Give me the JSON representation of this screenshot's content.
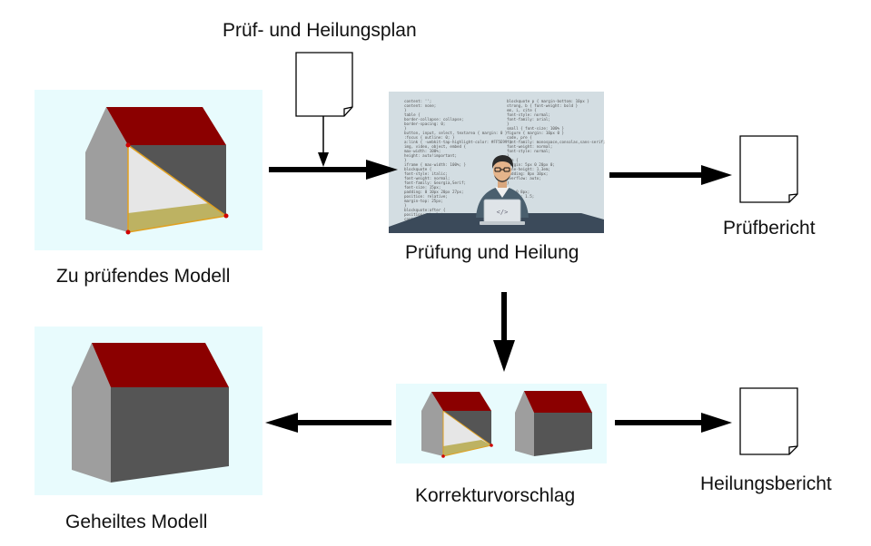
{
  "labels": {
    "plan": "Prüf- und Heilungsplan",
    "model_to_check": "Zu prüfendes Modell",
    "check_and_heal": "Prüfung und Heilung",
    "check_report": "Prüfbericht",
    "correction": "Korrekturvorschlag",
    "healed_model": "Geheiltes Modell",
    "healing_report": "Heilungsbericht"
  },
  "screen_code_left": [
    "content: '';",
    "content: none;",
    "}",
    "table {",
    "  border-collapse: collapse;",
    "  border-spacing: 0;",
    "}",
    "button, input, select, textarea { margin: 0 }",
    ":focus { outline: 0; }",
    "a:link { -webkit-tap-highlight-color: #FF5E99 }",
    "img, video, object, embed {",
    "  max-width: 100%;",
    "  height: auto!important;",
    "}",
    "iframe { max-width: 100%; }",
    "blockquote {",
    "  font-style: italic;",
    "  font-weight: normal;",
    "  font-family: Georgia,Serif;",
    "  font-size: 15px;",
    "  padding: 0 10px 20px 27px;",
    "  position: relative;",
    "  margin-top: 25px;",
    "}",
    "blockquote:after {",
    "  position: absolute;",
    "  content: '';"
  ],
  "screen_code_right": [
    "blockquote p { margin-bottom: 10px }",
    "strong, b { font-weight: bold }",
    "em, i, cite {",
    "  font-style: normal;",
    "  font-family: arial;",
    "}",
    "small { font-size: 100% }",
    "figure { margin: 10px 0 }",
    "code, pre {",
    "  font-family: monospace,consolas,sans-serif;",
    "  font-weight: normal;",
    "  font-style: normal;",
    "}",
    "pre {",
    "  margin: 5px 0 20px 0;",
    "  line-height: 1.3em;",
    "  padding: 8px 10px;",
    "  overflow: auto;",
    "}",
    "",
    "  ng: 0 8px;",
    "  height: 1.5;",
    "",
    "",
    "  px 6px;",
    "  0 2px;"
  ],
  "laptop_symbol": "</>",
  "colors": {
    "roof": "#8b0000",
    "wall_light": "#9e9e9e",
    "wall_dark": "#555555",
    "panel_bg": "#e8fbfd",
    "screen_bg": "#d3dde2",
    "arrow": "#000000",
    "highlight": "#e0a020"
  }
}
